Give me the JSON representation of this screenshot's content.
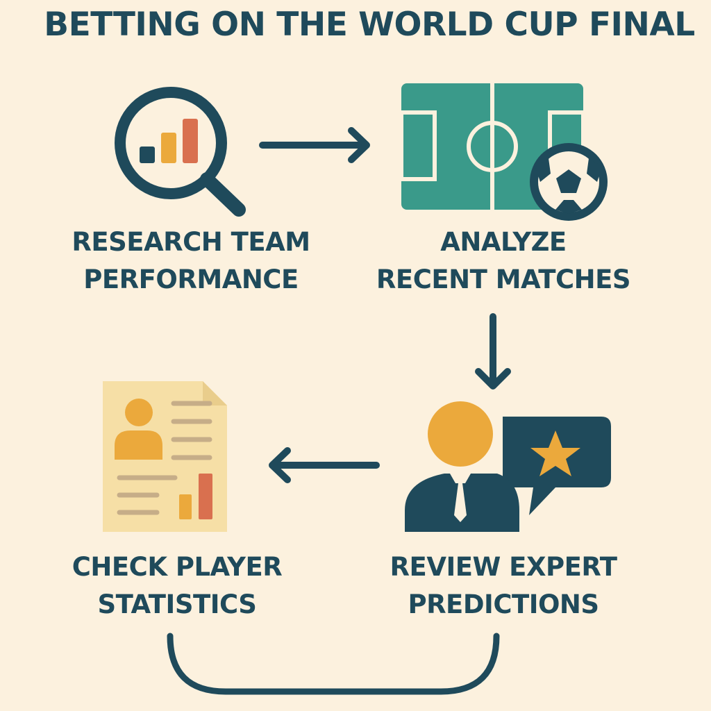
{
  "title": "BETTING ON THE WORLD CUP FINAL",
  "steps": [
    {
      "line1": "RESEARCH TEAM",
      "line2": "PERFORMANCE",
      "icon": "magnifier-chart-icon"
    },
    {
      "line1": "ANALYZE",
      "line2": "RECENT MATCHES",
      "icon": "football-pitch-icon"
    },
    {
      "line1": "REVIEW EXPERT",
      "line2": "PREDICTIONS",
      "icon": "expert-speech-bubble-icon"
    },
    {
      "line1": "CHECK PLAYER",
      "line2": "STATISTICS",
      "icon": "player-stats-document-icon"
    }
  ],
  "colors": {
    "background": "#fcf1de",
    "navy": "#1f4a5b",
    "teal": "#3a9a8a",
    "orange": "#eba93c",
    "red": "#d9704f",
    "paper": "#f6dfa6",
    "paper_lines": "#c6ad88"
  }
}
